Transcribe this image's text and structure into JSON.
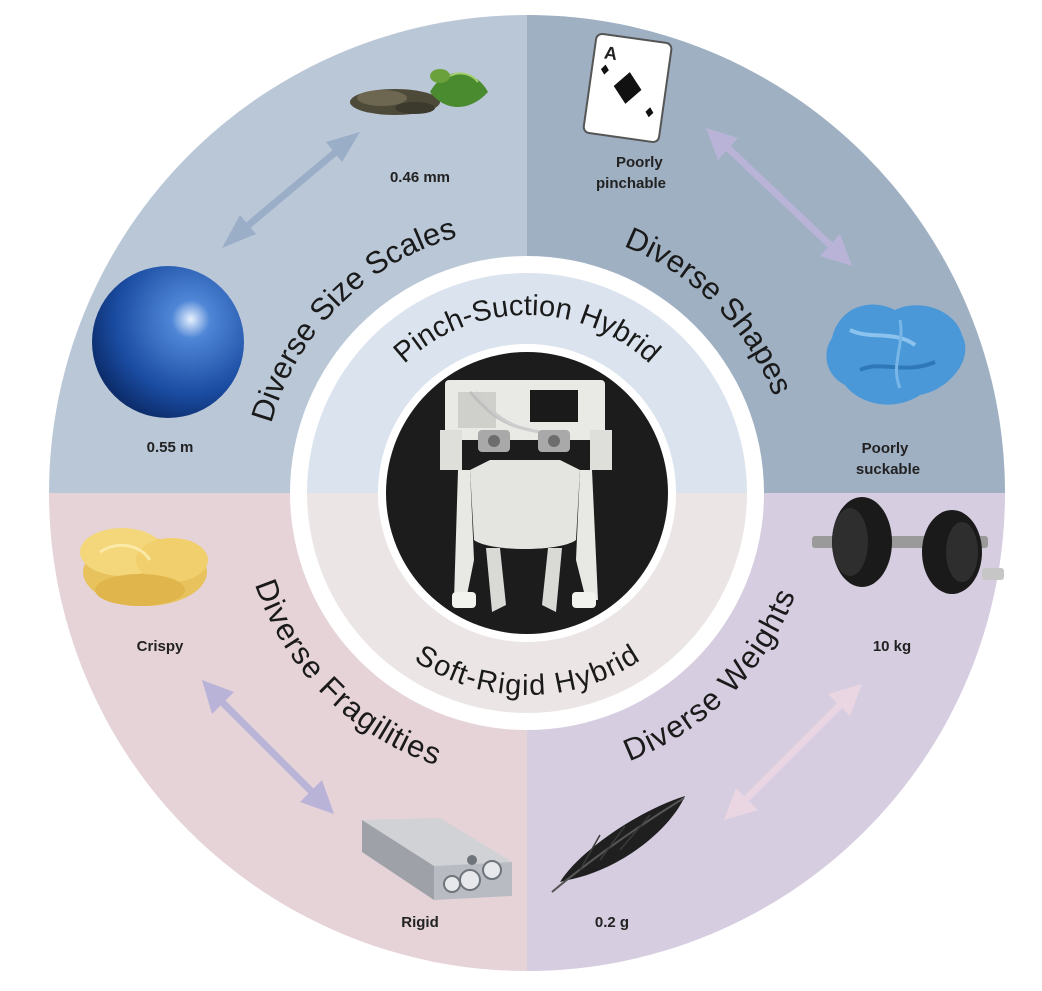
{
  "center": {
    "top_label": "Pinch-Suction Hybrid",
    "bottom_label": "Soft-Rigid Hybrid",
    "image_icon": "gripper-photo"
  },
  "quadrants": [
    {
      "key": "size",
      "title": "Diverse Size Scales",
      "color": "#bac7d7",
      "items": [
        {
          "label": "0.46 mm",
          "icon": "tea-leaves-icon"
        },
        {
          "label": "0.55 m",
          "icon": "blue-ball-icon"
        }
      ]
    },
    {
      "key": "shape",
      "title": "Diverse Shapes",
      "color": "#9fb0c3",
      "items": [
        {
          "label": [
            "Poorly",
            "pinchable"
          ],
          "icon": "playing-card-icon"
        },
        {
          "label": [
            "Poorly",
            "suckable"
          ],
          "icon": "cloth-icon"
        }
      ]
    },
    {
      "key": "fragility",
      "title": "Diverse Fragilities",
      "color": "#e5d3d8",
      "items": [
        {
          "label": "Crispy",
          "icon": "potato-chips-icon"
        },
        {
          "label": "Rigid",
          "icon": "aluminum-profile-icon"
        }
      ]
    },
    {
      "key": "weight",
      "title": "Diverse Weights",
      "color": "#d6cde0",
      "items": [
        {
          "label": "10 kg",
          "icon": "dumbbell-icon"
        },
        {
          "label": "0.2 g",
          "icon": "feather-icon"
        }
      ]
    }
  ],
  "colors": {
    "hub_top": "#dbe4ee",
    "hub_bottom": "#ece5e6",
    "arrow_blue": "#9aaec8",
    "arrow_purple": "#b9b3d8",
    "arrow_pink": "#ead6e2",
    "center_bg": "#1c1c1c"
  }
}
